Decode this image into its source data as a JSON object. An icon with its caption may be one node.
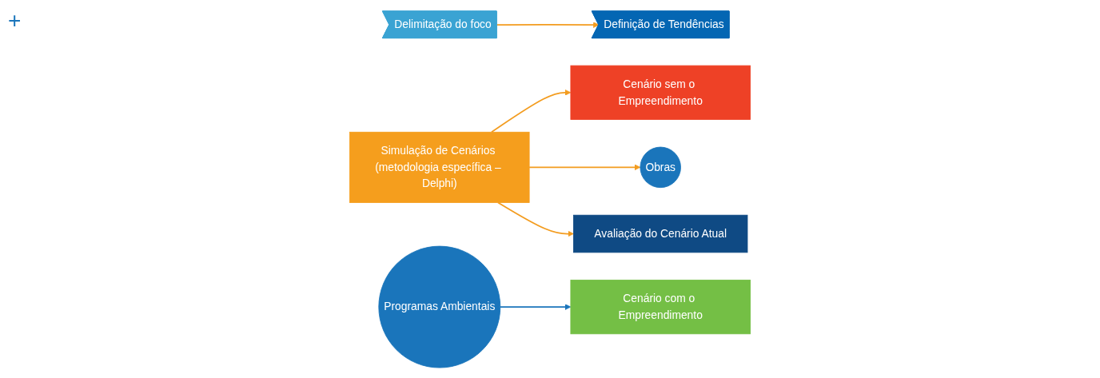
{
  "diagram": {
    "nodes": [
      {
        "text": [
          "Delimitação do foco"
        ]
      },
      {
        "text": [
          "Definição de Tendências"
        ]
      },
      {
        "text": [
          "Simulação de Cenários (metodologia específica – Delphi)"
        ]
      },
      {
        "text": [
          "Cenário sem o Empreendimento"
        ]
      },
      {
        "text": [
          "Obras"
        ]
      },
      {
        "text": [
          "Programas Ambientais"
        ]
      },
      {
        "text": [
          "Cenário com o Empreendimento"
        ]
      },
      {
        "text": [
          "Avaliação do Cenário Atual"
        ]
      }
    ],
    "edges": [
      {
        "from": 0,
        "to": 1,
        "arrow": "to"
      },
      {
        "from": 2,
        "to": 3,
        "arrow": "to"
      },
      {
        "from": 2,
        "to": 4,
        "arrow": "to"
      },
      {
        "from": 5,
        "to": 6,
        "arrow": "to",
        "color": "#1a75bb"
      },
      {
        "from": 2,
        "to": 7,
        "arrow": "to"
      }
    ],
    "labels": [
      "+"
    ]
  }
}
